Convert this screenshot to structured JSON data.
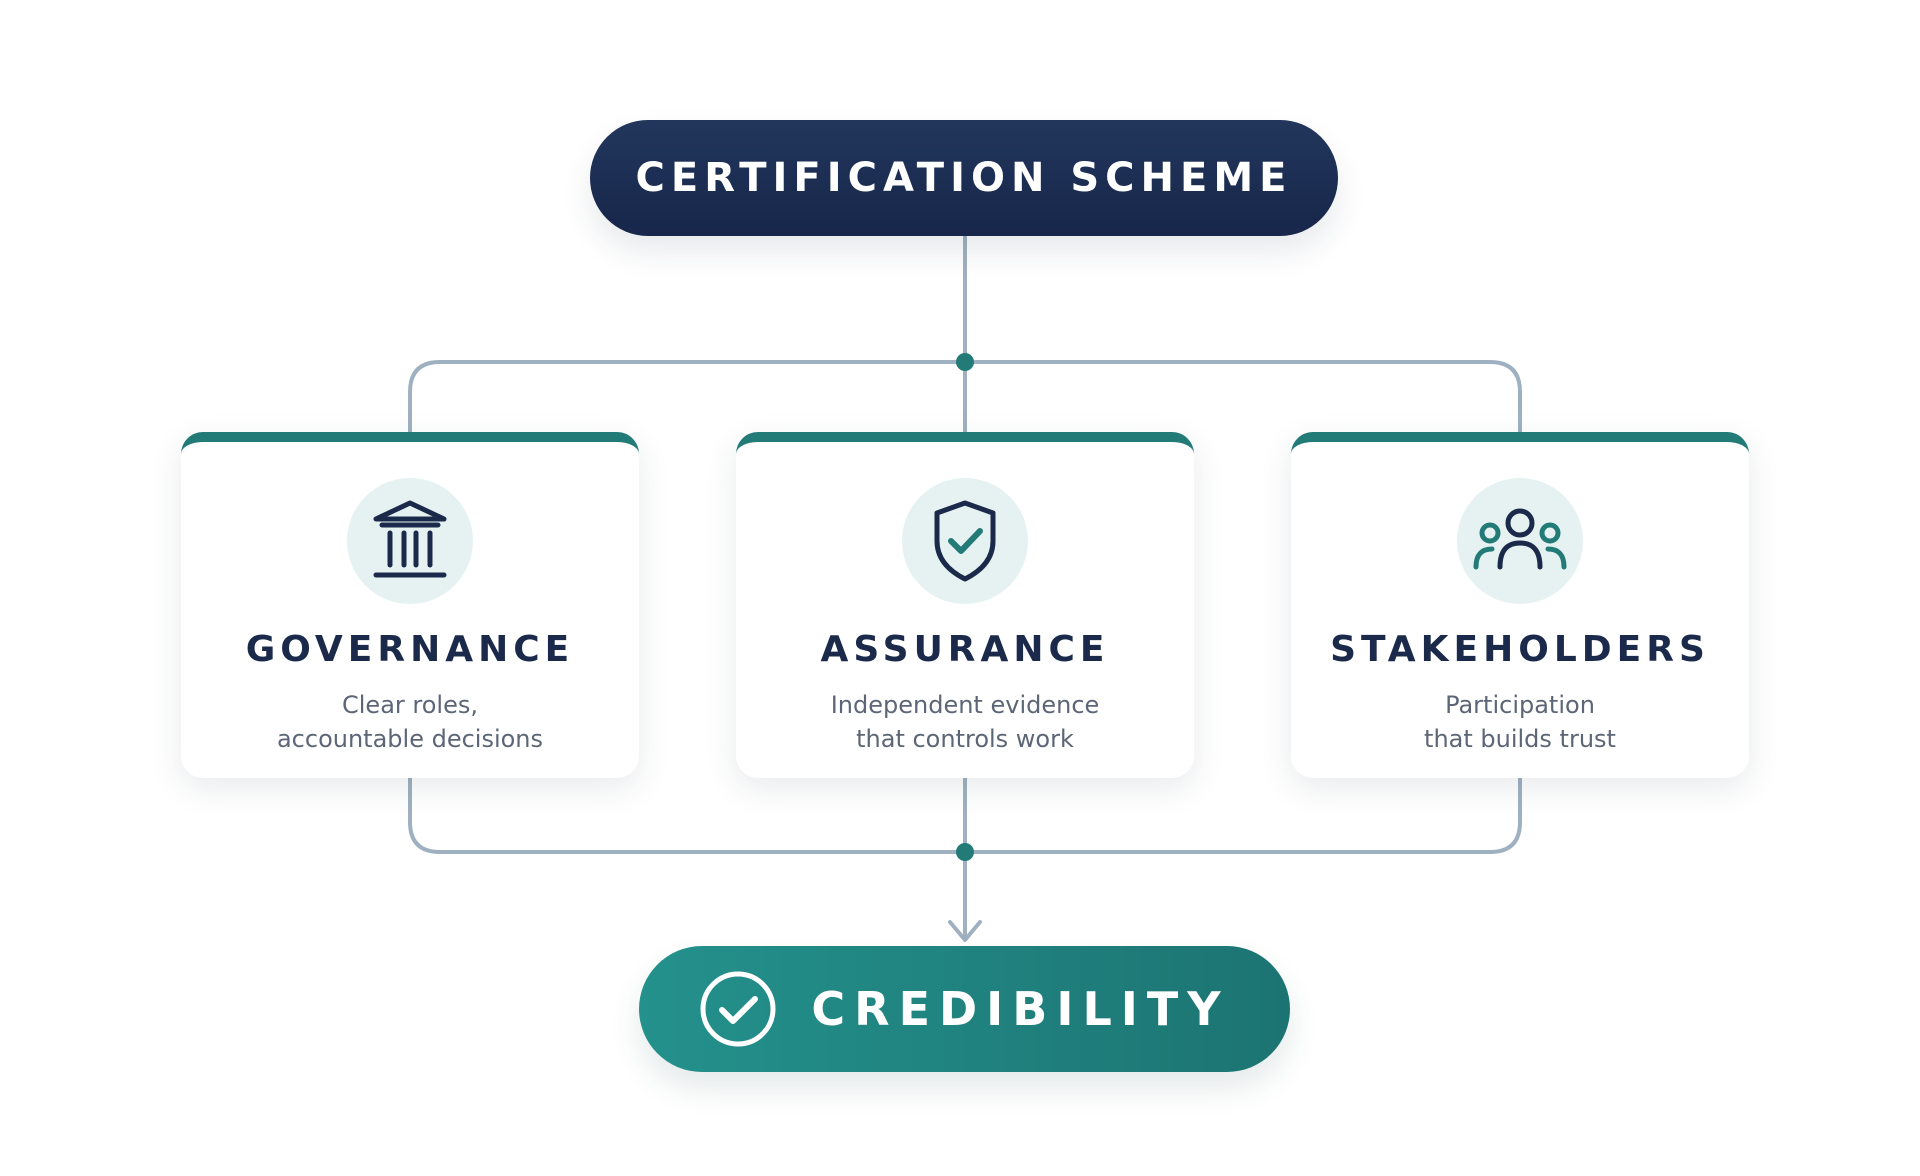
{
  "diagram": {
    "top_node": {
      "label": "CERTIFICATION SCHEME"
    },
    "cards": [
      {
        "title": "GOVERNANCE",
        "description_lines": [
          "Clear roles,",
          "accountable decisions"
        ],
        "icon": "institution-building-icon"
      },
      {
        "title": "ASSURANCE",
        "description_lines": [
          "Independent evidence",
          "that controls work"
        ],
        "icon": "shield-check-icon"
      },
      {
        "title": "STAKEHOLDERS",
        "description_lines": [
          "Participation",
          "that builds trust"
        ],
        "icon": "people-group-icon"
      }
    ],
    "bottom_node": {
      "label": "CREDIBILITY",
      "icon": "check-circle-icon"
    }
  },
  "colors": {
    "navy": "#1b2a4a",
    "teal": "#237b77",
    "connector": "#9fb1c1",
    "icon_bg": "#e6f2f1",
    "desc_text": "#5d6677"
  }
}
